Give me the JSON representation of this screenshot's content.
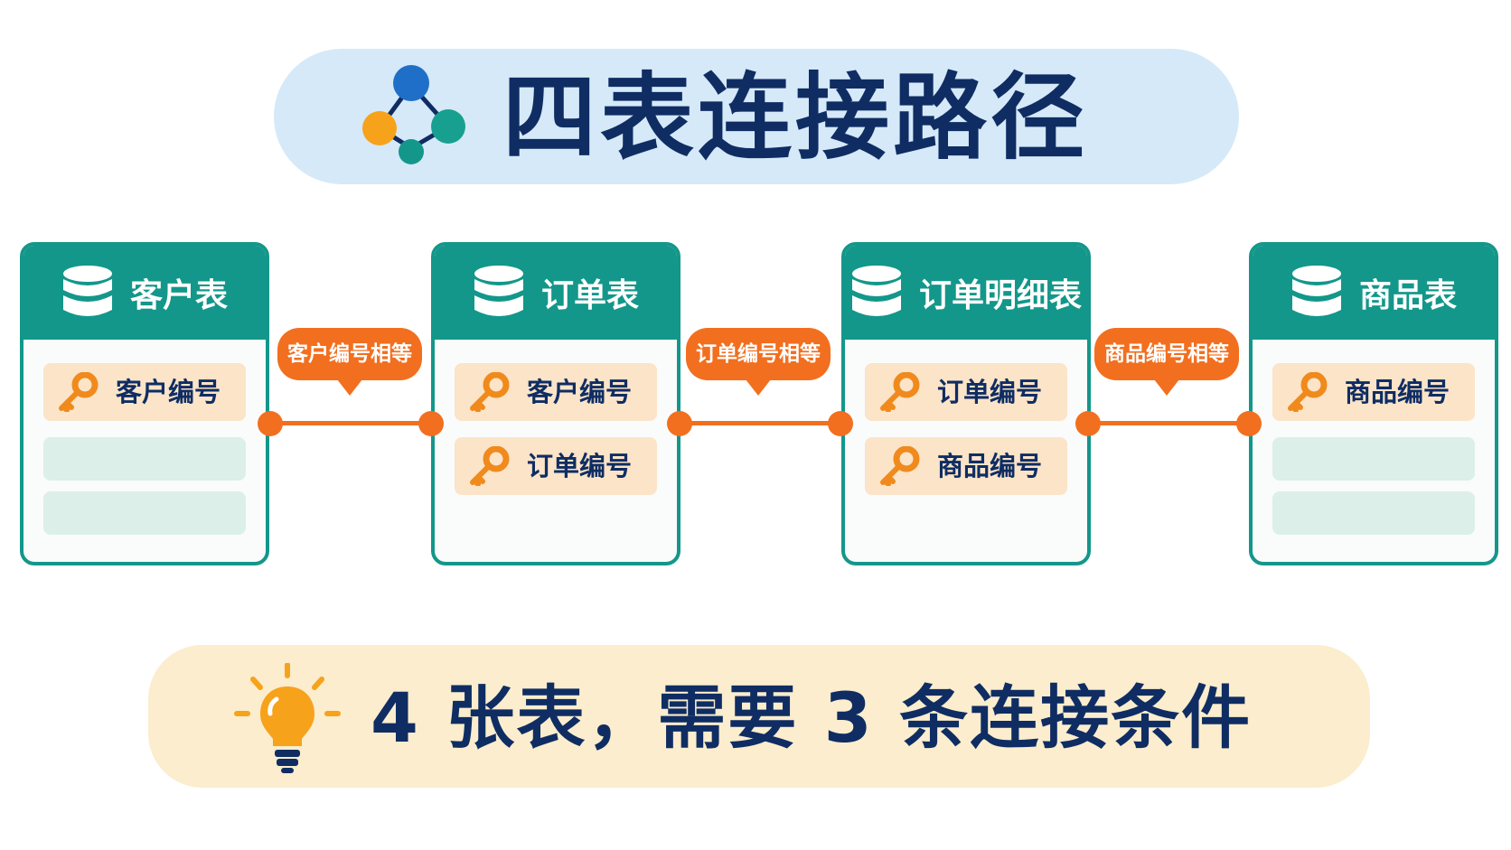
{
  "title": "四表连接路径",
  "tables": [
    {
      "name": "客户表",
      "fields": [
        "客户编号"
      ]
    },
    {
      "name": "订单表",
      "fields": [
        "客户编号",
        "订单编号"
      ]
    },
    {
      "name": "订单明细表",
      "fields": [
        "订单编号",
        "商品编号"
      ]
    },
    {
      "name": "商品表",
      "fields": [
        "商品编号"
      ]
    }
  ],
  "joins": [
    "客户编号相等",
    "订单编号相等",
    "商品编号相等"
  ],
  "summary": "4 张表，需要 3 条连接条件",
  "colors": {
    "title_bg": "#d5e9f8",
    "title_text": "#0f2d63",
    "table_header": "#13978a",
    "key_field_bg": "#fbe4c8",
    "empty_field_bg": "#dcefe9",
    "connector": "#f26f1f",
    "summary_bg": "#fbedcd",
    "key_icon": "#f08a1c",
    "bulb": "#f7a21b"
  },
  "icons": {
    "title": "network-nodes-icon",
    "table": "database-icon",
    "field": "key-icon",
    "summary": "lightbulb-icon"
  }
}
